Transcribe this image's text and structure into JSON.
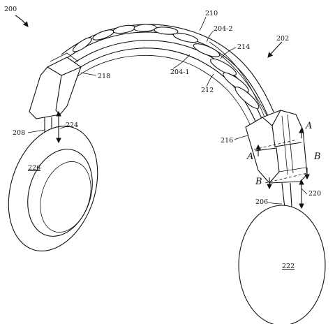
{
  "figure": {
    "labels": {
      "ref_200": "200",
      "ref_202": "202",
      "ref_204_1": "204-1",
      "ref_204_2": "204-2",
      "ref_206": "206",
      "ref_208": "208",
      "ref_210": "210",
      "ref_212": "212",
      "ref_214": "214",
      "ref_216": "216",
      "ref_218": "218",
      "ref_220": "220",
      "ref_222": "222",
      "ref_224": "224",
      "ref_226": "226",
      "section_a": "A",
      "section_b": "B"
    },
    "icons": [
      "arrow-icon",
      "double-arrow-icon"
    ]
  }
}
